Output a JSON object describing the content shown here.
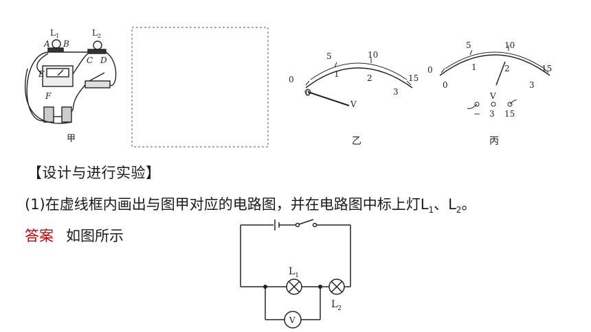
{
  "figure": {
    "jia": {
      "caption": "甲",
      "labels": {
        "L1": "L",
        "L1_sub": "1",
        "L2": "L",
        "L2_sub": "2",
        "A": "A",
        "B": "B",
        "C": "C",
        "D": "D",
        "E": "E",
        "F": "F"
      }
    },
    "yi": {
      "caption": "乙",
      "outer_ticks": [
        "0",
        "5",
        "10",
        "15"
      ],
      "inner_ticks": [
        "0",
        "1",
        "2",
        "3"
      ],
      "unit": "V"
    },
    "bing": {
      "caption": "丙",
      "outer_ticks": [
        "0",
        "5",
        "10",
        "15"
      ],
      "inner_ticks": [
        "0",
        "1",
        "2",
        "3"
      ],
      "unit": "V",
      "terminals": [
        "−",
        "3",
        "15"
      ]
    }
  },
  "section_title": "【设计与进行实验】",
  "question": {
    "prefix": "(1)在虚线框内画出与图甲对应的电路图，并在电路图中标上灯L",
    "sub1": "1",
    "mid": "、L",
    "sub2": "2",
    "suffix": "。"
  },
  "answer": {
    "label": "答案",
    "text": "如图所示"
  },
  "circuit": {
    "L1": "L",
    "L1_sub": "1",
    "L2": "L",
    "L2_sub": "2",
    "meter": "V"
  }
}
